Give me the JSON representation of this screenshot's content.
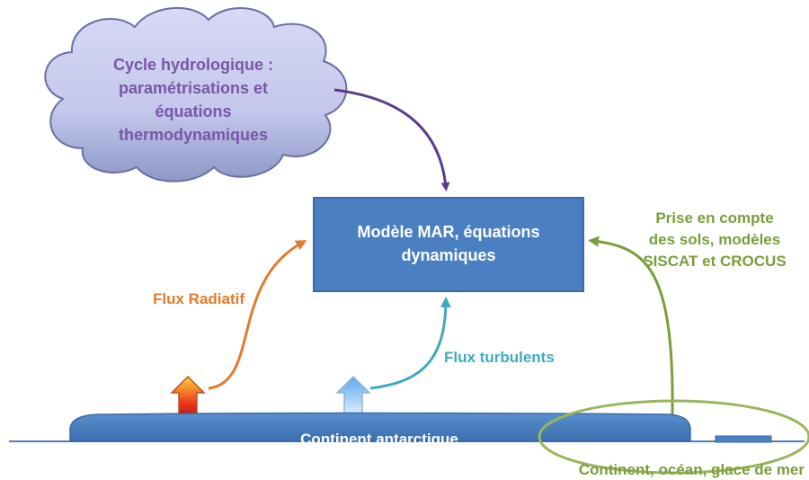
{
  "cloud": {
    "lines": [
      "Cycle hydrologique :",
      "paramétrisations et",
      "équations",
      "thermodynamiques"
    ],
    "text_color": "#7a55a8",
    "fill_top": "#d7d9f4",
    "fill_bottom": "#8c98c6",
    "stroke": "#6b6fa6"
  },
  "model_box": {
    "lines": [
      "Modèle MAR, équations",
      "dynamiques"
    ],
    "fill": "#4a80c2",
    "text_color": "#ffffff"
  },
  "soil_label": {
    "lines": [
      "Prise en compte",
      "des sols, modèles",
      "SISCAT et CROCUS"
    ],
    "color": "#7a9e3a"
  },
  "radiative_flux": {
    "label": "Flux Radiatif",
    "color": "#e57a2a"
  },
  "turbulent_flux": {
    "label": "Flux turbulents",
    "color": "#3fa9c2"
  },
  "continent": {
    "label": "Continent antarctique",
    "fill": "#4a80c2"
  },
  "surface_label": {
    "text": "Continent, océan, glace de mer",
    "color": "#7a9e3a"
  },
  "colors": {
    "hydro_arrow": "#5b3c8c",
    "ground_line": "#4a80c2",
    "soil_arrow": "#7a9e3a"
  }
}
